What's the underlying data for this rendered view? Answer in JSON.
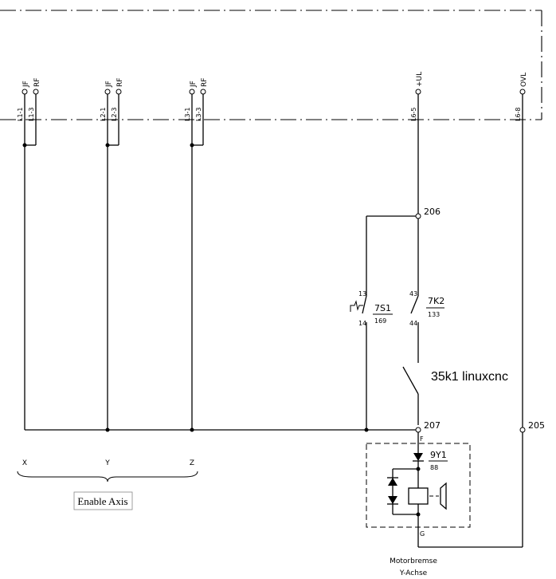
{
  "axis_groups": [
    {
      "top_pins": [
        "JF",
        "RF"
      ],
      "terminals": [
        "L1-1",
        "L1-3"
      ],
      "axis": "X"
    },
    {
      "top_pins": [
        "JF",
        "RF"
      ],
      "terminals": [
        "L2-1",
        "L2-3"
      ],
      "axis": "Y"
    },
    {
      "top_pins": [
        "JF",
        "RF"
      ],
      "terminals": [
        "L3-1",
        "L3-3"
      ],
      "axis": "Z"
    }
  ],
  "supply": {
    "ul_pin": "+UL",
    "ul_terminal": "L6-5",
    "ov_pin": "OVL",
    "ov_terminal": "L6-8"
  },
  "nodes": {
    "n206": "206",
    "n207": "207",
    "n205": "205"
  },
  "switch_7s1": {
    "name": "7S1",
    "ref": "169",
    "pin_top": "13",
    "pin_bottom": "14"
  },
  "contact_7k2": {
    "name": "7K2",
    "ref": "133",
    "pin_top": "43",
    "pin_bottom": "44"
  },
  "annotation": "35k1 linuxcnc",
  "enable_label": "Enable Axis",
  "brake": {
    "name": "9Y1",
    "ref": "88",
    "pin_in": "F",
    "pin_out": "G",
    "caption_line1": "Motorbremse",
    "caption_line2": "Y-Achse"
  }
}
